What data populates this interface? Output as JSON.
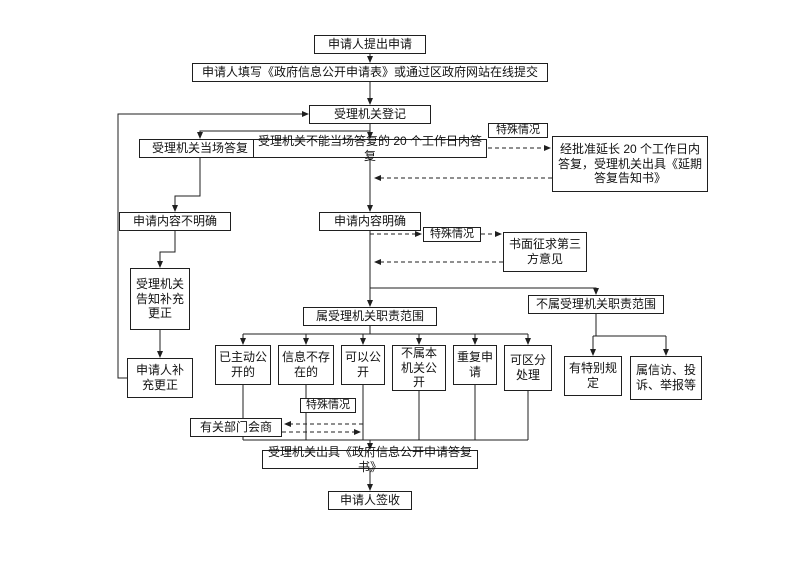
{
  "colors": {
    "line": "#1f1f1f",
    "box_border": "#1f1f1f",
    "background": "#ffffff",
    "text": "#111111"
  },
  "diagram": {
    "kind": "flowchart",
    "language": "zh-CN"
  },
  "nodes": {
    "start": "申请人提出申请",
    "fill_form": "申请人填写《政府信息公开申请表》或通过区政府网站在线提交",
    "register": "受理机关登记",
    "onspot_reply": "受理机关当场答复",
    "delayed_reply": "受理机关不能当场答复的 20 个工作日内答复",
    "special_case_1": "特殊情况",
    "extension": "经批准延长 20 个工作日内答复，受理机关出具《延期答复告知书》",
    "unclear": "申请内容不明确",
    "clear": "申请内容明确",
    "special_case_2": "特殊情况",
    "third_party": "书面征求第三方意见",
    "notify_supplement": "受理机关告知补充更正",
    "in_scope": "属受理机关职责范围",
    "out_scope": "不属受理机关职责范围",
    "supplement": "申请人补充更正",
    "already_public": "已主动公开的",
    "not_exist": "信息不存在的",
    "can_public": "可以公开",
    "not_this_org": "不属本机关公开",
    "repeat_apply": "重复申请",
    "separable": "可区分处理",
    "special_rule": "有特别规定",
    "petition": "属信访、投诉、举报等",
    "special_case_3": "特殊情况",
    "consult": "有关部门会商",
    "reply_doc": "受理机关出具《政府信息公开申请答复书》",
    "sign": "申请人签收"
  }
}
